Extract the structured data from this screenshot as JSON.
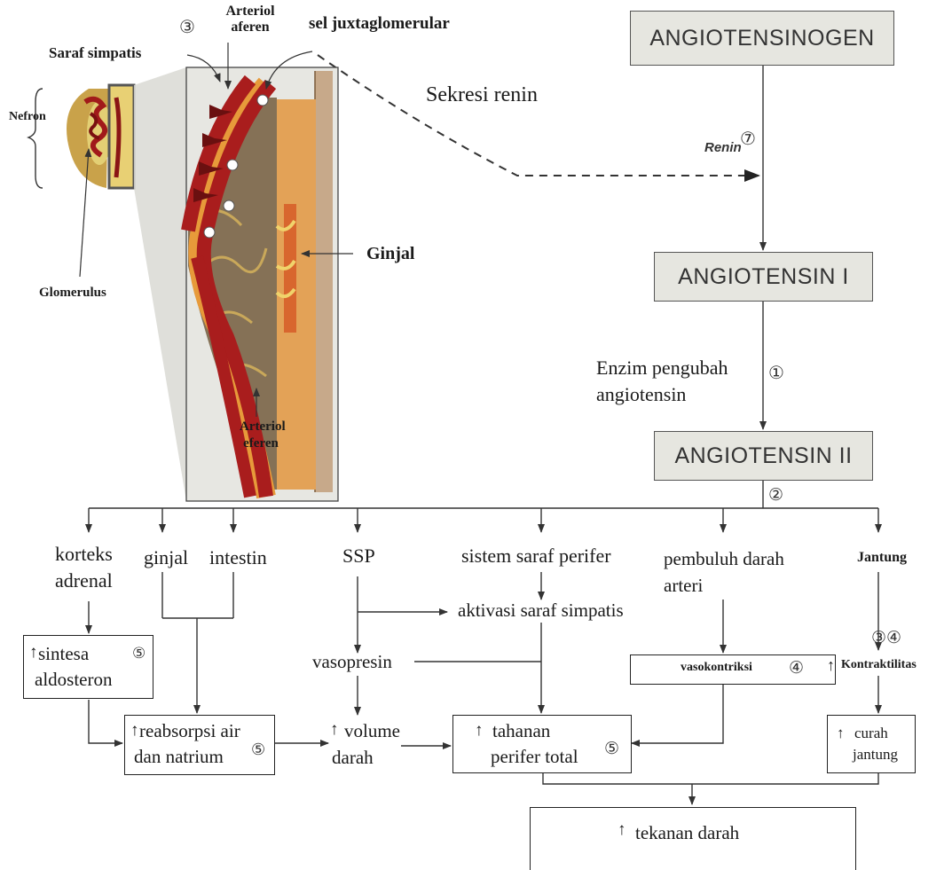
{
  "kidney_illustration": {
    "label_3": "③",
    "arteriol_aferen": "Arteriol aferen",
    "sel_juxtaglomerular": "sel juxtaglomerular",
    "saraf_simpatis": "Saraf simpatis",
    "nefron": "Nefron",
    "ginjal": "Ginjal",
    "glomerulus": "Glomerulus",
    "arteriol_eferen": "Arteriol eferen",
    "sekresi_renin": "Sekresi renin"
  },
  "cascade": {
    "angiotensinogen": "ANGIOTENSINOGEN",
    "renin": "Renin",
    "renin_num": "⑦",
    "angiotensin_1": "ANGIOTENSIN I",
    "enzim_line1": "Enzim pengubah",
    "enzim_line2": "angiotensin",
    "enzim_num": "①",
    "angiotensin_2": "ANGIOTENSIN II",
    "branch_num": "②"
  },
  "targets": {
    "korteks_line1": "korteks",
    "korteks_line2": "adrenal",
    "ginjal": "ginjal",
    "intestin": "intestin",
    "ssp": "SSP",
    "sistem_saraf": "sistem saraf perifer",
    "pembuluh_line1": "pembuluh darah",
    "pembuluh_line2": "arteri",
    "jantung": "Jantung"
  },
  "effects": {
    "aktivasi": "aktivasi saraf simpatis",
    "vasopresin": "vasopresin",
    "sintesa_line1": "sintesa",
    "sintesa_line2": "aldosteron",
    "sintesa_num": "⑤",
    "vasokontriksi": "vasokontriksi",
    "vasokontriksi_num": "④",
    "kontraktilitas": "Kontraktilitas",
    "kontraktilitas_num": "③④",
    "reabsorpsi_line1": "reabsorpsi air",
    "reabsorpsi_line2": "dan natrium",
    "reabsorpsi_num": "⑤",
    "volume_line1": "volume",
    "volume_line2": "darah",
    "tahanan_line1": "tahanan",
    "tahanan_line2": "perifer total",
    "tahanan_num": "⑤",
    "curah_line1": "curah",
    "curah_line2": "jantung",
    "tekanan": "tekanan darah",
    "up_arrow": "↑"
  }
}
